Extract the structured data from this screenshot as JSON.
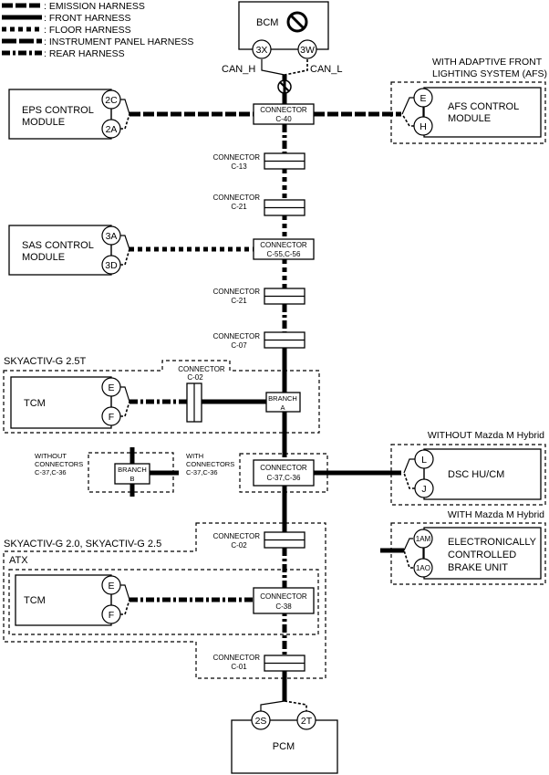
{
  "legend": [
    {
      "style": "emission",
      "label": ": EMISSION HARNESS"
    },
    {
      "style": "front",
      "label": ": FRONT HARNESS"
    },
    {
      "style": "floor",
      "label": ": FLOOR HARNESS"
    },
    {
      "style": "ip",
      "label": ": INSTRUMENT PANEL HARNESS"
    },
    {
      "style": "rear",
      "label": ": REAR HARNESS"
    }
  ],
  "bcm": {
    "label": "BCM",
    "pins": [
      "3X",
      "3W"
    ],
    "can_h": "CAN_H",
    "can_l": "CAN_L",
    "icon": "prohibited-icon"
  },
  "eps": {
    "line1": "EPS CONTROL",
    "line2": "MODULE",
    "pins": [
      "2C",
      "2A"
    ]
  },
  "afs": {
    "caption1": "WITH ADAPTIVE FRONT",
    "caption2": "LIGHTING SYSTEM (AFS)",
    "line1": "AFS CONTROL",
    "line2": "MODULE",
    "pins": [
      "E",
      "H"
    ]
  },
  "sas": {
    "line1": "SAS CONTROL",
    "line2": "MODULE",
    "pins": [
      "3A",
      "3D"
    ]
  },
  "connectors": {
    "c40": {
      "line1": "CONNECTOR",
      "line2": "C-40"
    },
    "c13": {
      "line1": "CONNECTOR",
      "line2": "C-13"
    },
    "c21a": {
      "line1": "CONNECTOR",
      "line2": "C-21"
    },
    "c55": {
      "line1": "CONNECTOR",
      "line2": "C-55,C-56"
    },
    "c21b": {
      "line1": "CONNECTOR",
      "line2": "C-21"
    },
    "c07": {
      "line1": "CONNECTOR",
      "line2": "C-07"
    },
    "c02a": {
      "line1": "CONNECTOR",
      "line2": "C-02"
    },
    "c37": {
      "line1": "CONNECTOR",
      "line2": "C-37,C-36"
    },
    "c02b": {
      "line1": "CONNECTOR",
      "line2": "C-02"
    },
    "c38": {
      "line1": "CONNECTOR",
      "line2": "C-38"
    },
    "c01": {
      "line1": "CONNECTOR",
      "line2": "C-01"
    }
  },
  "branch_a": {
    "line1": "BRANCH",
    "line2": "A"
  },
  "branch_b": {
    "line1": "BRANCH",
    "line2": "B"
  },
  "tcm25t": {
    "caption": "SKYACTIV-G 2.5T",
    "label": "TCM",
    "pins": [
      "E",
      "F"
    ]
  },
  "without_conn": {
    "line1": "WITHOUT",
    "line2": "CONNECTORS",
    "line3": "C-37,C-36"
  },
  "with_conn": {
    "line1": "WITH",
    "line2": "CONNECTORS",
    "line3": "C-37,C-36"
  },
  "dsc": {
    "caption": "WITHOUT Mazda M Hybrid",
    "label": "DSC HU/CM",
    "pins": [
      "L",
      "J"
    ]
  },
  "ecbu": {
    "caption": "WITH Mazda M Hybrid",
    "line1": "ELECTRONICALLY",
    "line2": "CONTROLLED",
    "line3": "BRAKE UNIT",
    "pins": [
      "1AM",
      "1AO"
    ]
  },
  "tcm20": {
    "caption": "SKYACTIV-G 2.0, SKYACTIV-G 2.5",
    "sub": "ATX",
    "label": "TCM",
    "pins": [
      "E",
      "F"
    ]
  },
  "pcm": {
    "label": "PCM",
    "pins": [
      "2S",
      "2T"
    ]
  }
}
